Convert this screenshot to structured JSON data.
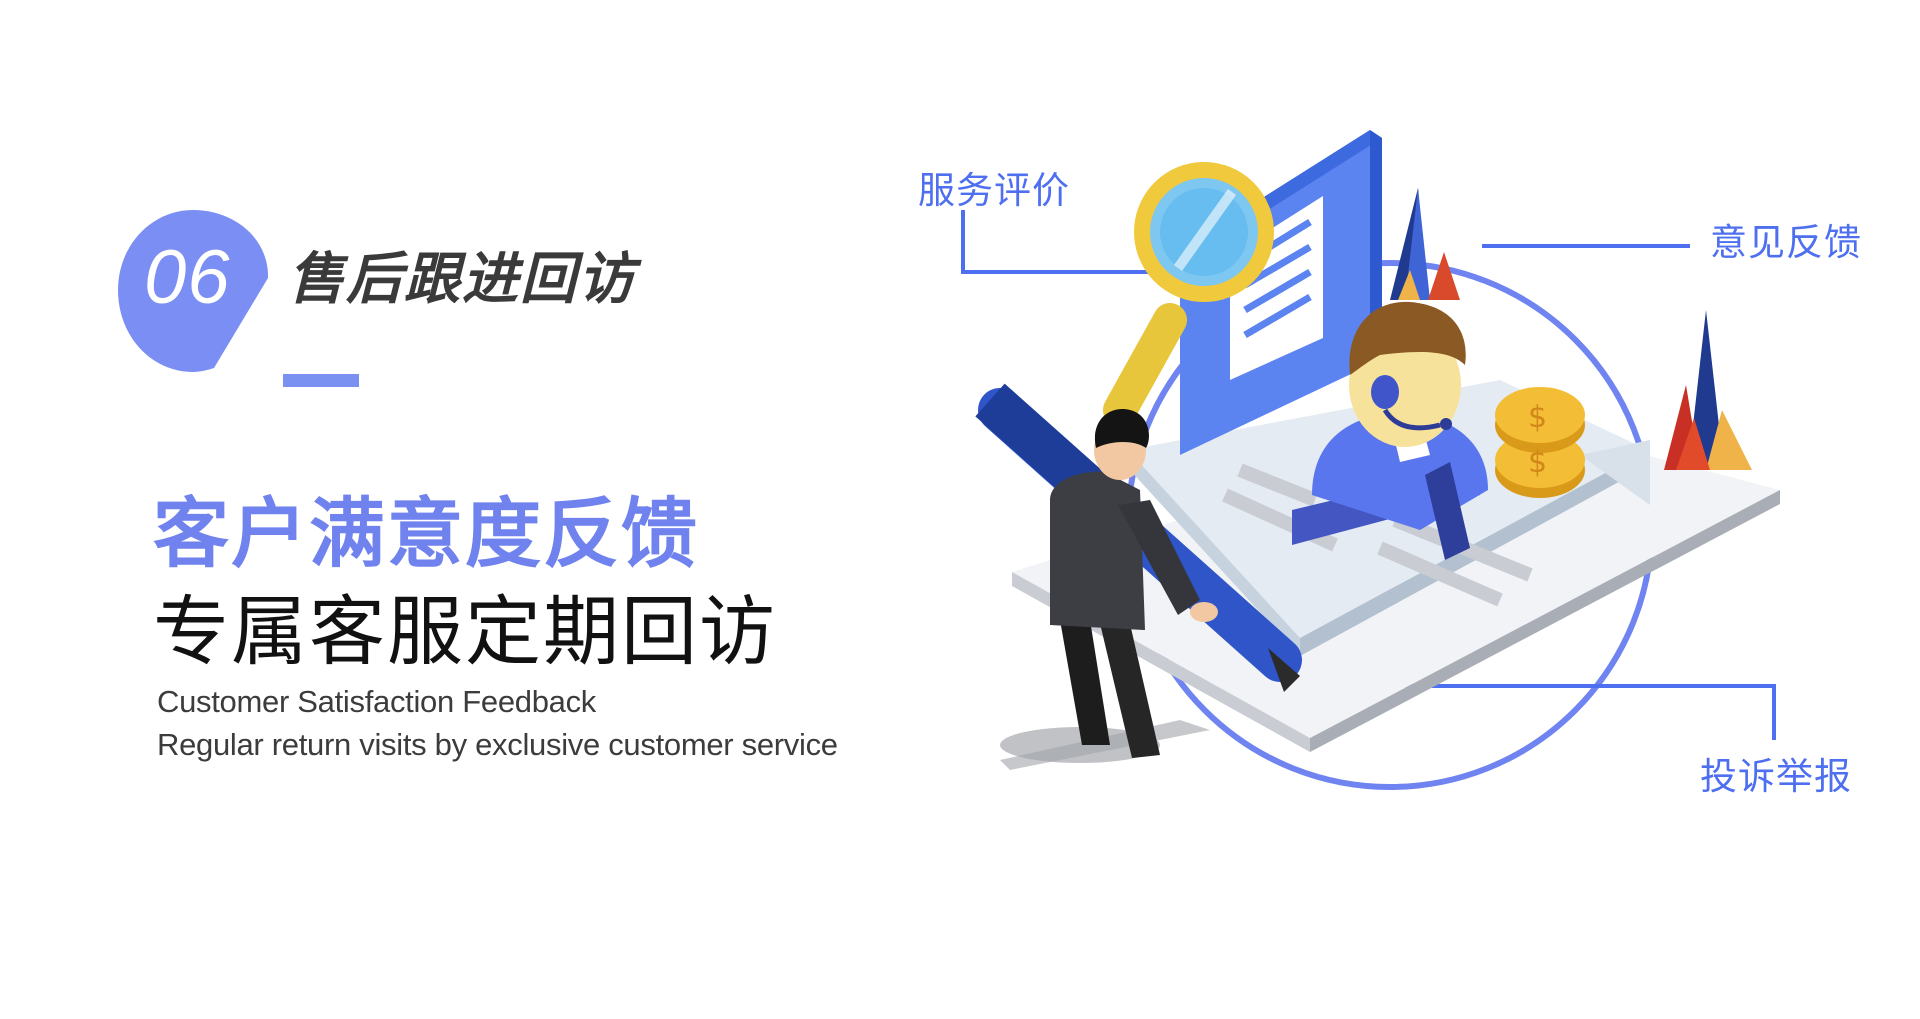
{
  "section": {
    "number": "06",
    "title": "售后跟进回访"
  },
  "main": {
    "headline": "客户满意度反馈",
    "subheadline": "专属客服定期回访",
    "english_line_1": "Customer Satisfaction Feedback",
    "english_line_2": "Regular return visits by exclusive customer service"
  },
  "callouts": {
    "service_rating": "服务评价",
    "opinion_feedback": "意见反馈",
    "complaint_report": "投诉举报"
  },
  "colors": {
    "accent": "#6f82ee",
    "callout": "#4d6ff0",
    "title_text": "#3a3a3a"
  },
  "icons": {
    "illustration": "customer-service-illustration"
  }
}
